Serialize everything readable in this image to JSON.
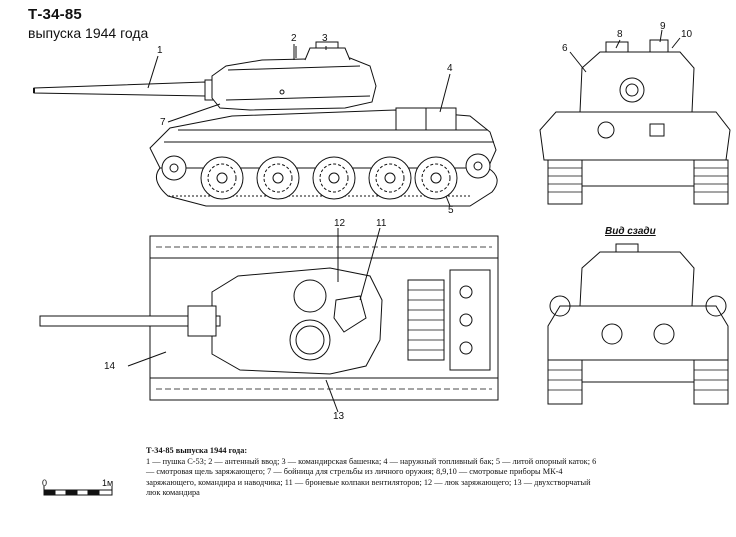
{
  "header": {
    "title": "Т-34-85",
    "subtitle": "выпуска 1944 года"
  },
  "callouts": [
    "1",
    "2",
    "3",
    "4",
    "5",
    "6",
    "7",
    "8",
    "9",
    "10",
    "11",
    "12",
    "13",
    "14"
  ],
  "rear_view_label": "Вид сзади",
  "caption": {
    "title": "Т-34-85 выпуска 1944 года:",
    "text": "1 — пушка С-53; 2 — антенный ввод; 3 — командирская башенка; 4 — наружный топливный бак; 5 — литой опорный каток; 6 — смотровая щель заряжающего; 7 — бойница для стрельбы из личного оружия; 8,9,10 — смотровые приборы МК-4 заряжающего, командира и наводчика; 11 — броневые колпаки вентиляторов; 12 — люк заряжающего; 13 — двухстворчатый люк командира"
  },
  "scale": {
    "start_label": "0",
    "end_label": "1м"
  }
}
